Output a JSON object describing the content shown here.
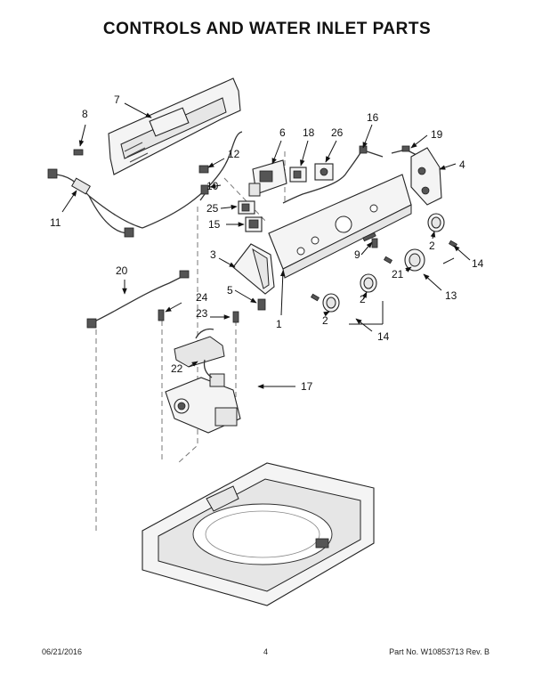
{
  "header": {
    "title": "CONTROLS AND WATER INLET PARTS"
  },
  "callouts": {
    "c1": "1",
    "c2a": "2",
    "c2b": "2",
    "c2c": "2",
    "c3": "3",
    "c4": "4",
    "c5": "5",
    "c6": "6",
    "c7": "7",
    "c8": "8",
    "c9": "9",
    "c10": "10",
    "c11": "11",
    "c12": "12",
    "c13": "13",
    "c14a": "14",
    "c14b": "14",
    "c15": "15",
    "c16": "16",
    "c17": "17",
    "c18": "18",
    "c19": "19",
    "c20": "20",
    "c21": "21",
    "c22": "22",
    "c23": "23",
    "c24": "24",
    "c25": "25",
    "c26": "26"
  },
  "footer": {
    "date": "06/21/2016",
    "page": "4",
    "part_number": "Part No. W10853713  Rev. B"
  }
}
